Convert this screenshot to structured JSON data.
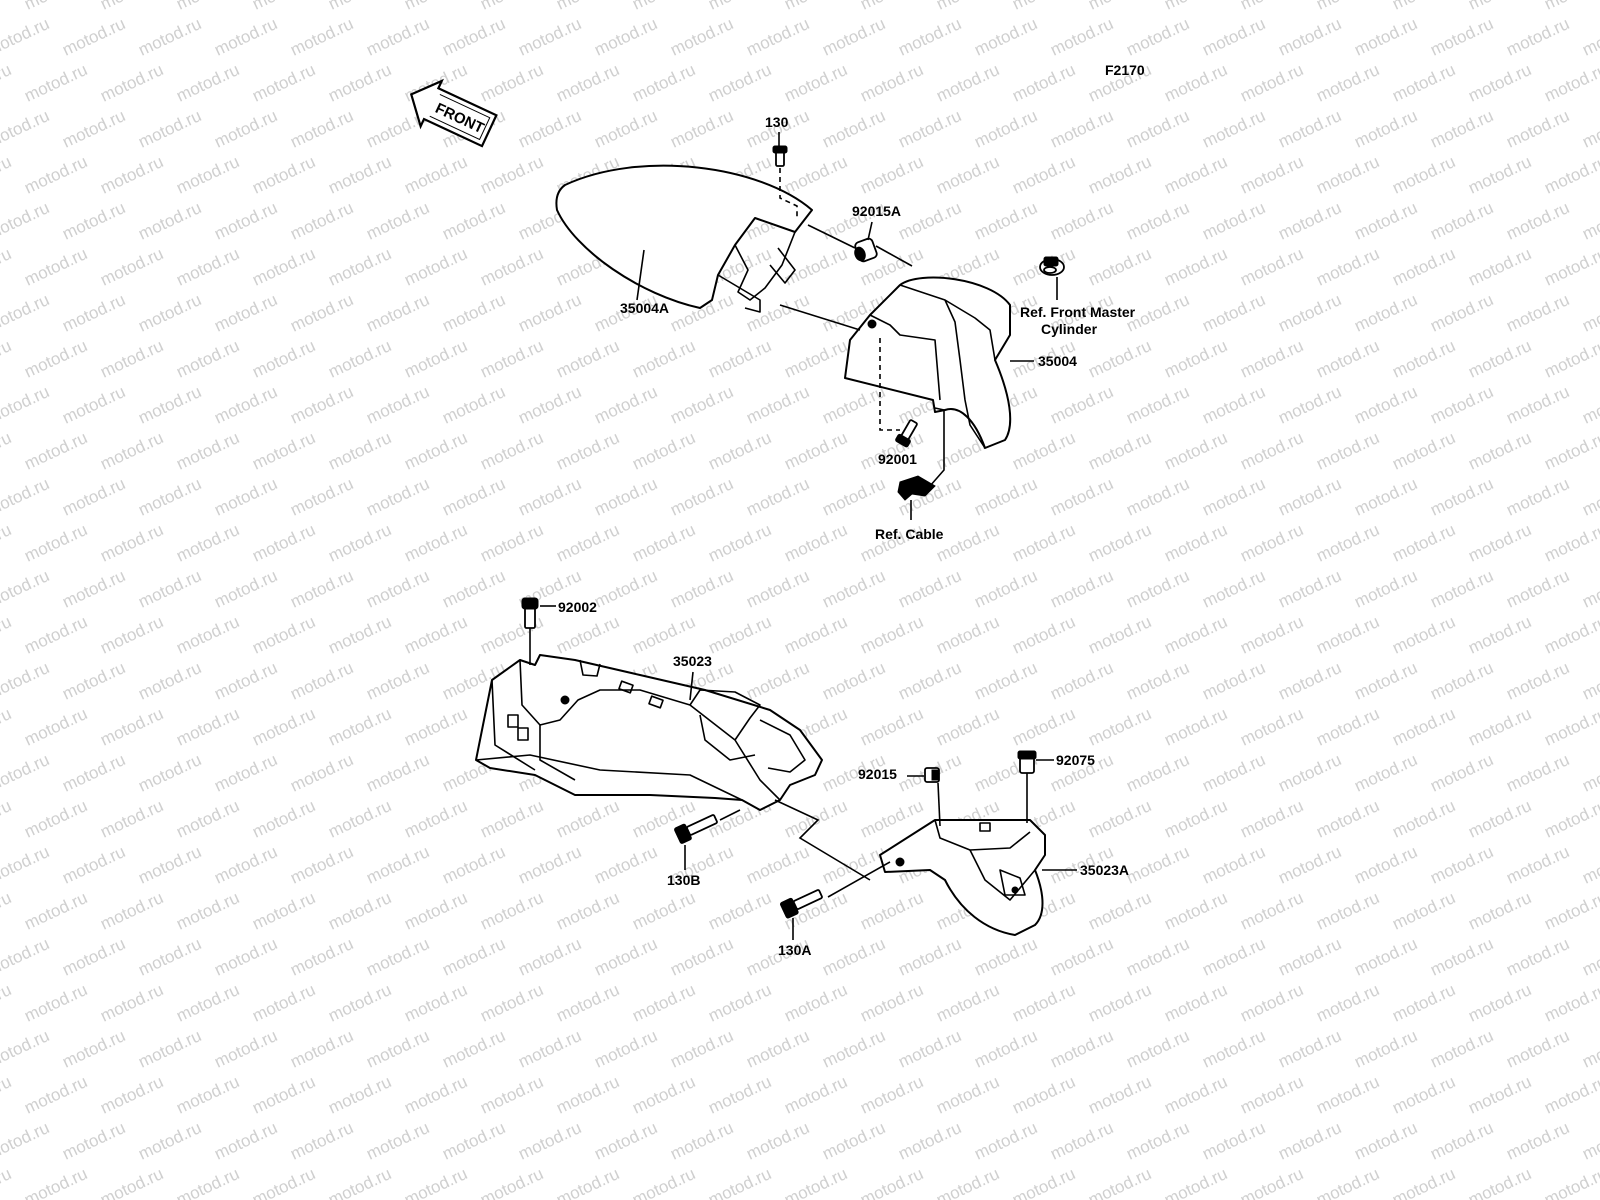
{
  "figure_code": "F2170",
  "watermark": "motod.ru",
  "front_label": "FRONT",
  "labels": {
    "p130": "130",
    "p92015A": "92015A",
    "p35004A": "35004A",
    "ref_front_master_1": "Ref. Front Master",
    "ref_front_master_2": "Cylinder",
    "p35004": "35004",
    "p92001": "92001",
    "ref_cable": "Ref. Cable",
    "p92002": "92002",
    "p35023": "35023",
    "p92015": "92015",
    "p92075": "92075",
    "p35023A": "35023A",
    "p130B": "130B",
    "p130A": "130A"
  }
}
